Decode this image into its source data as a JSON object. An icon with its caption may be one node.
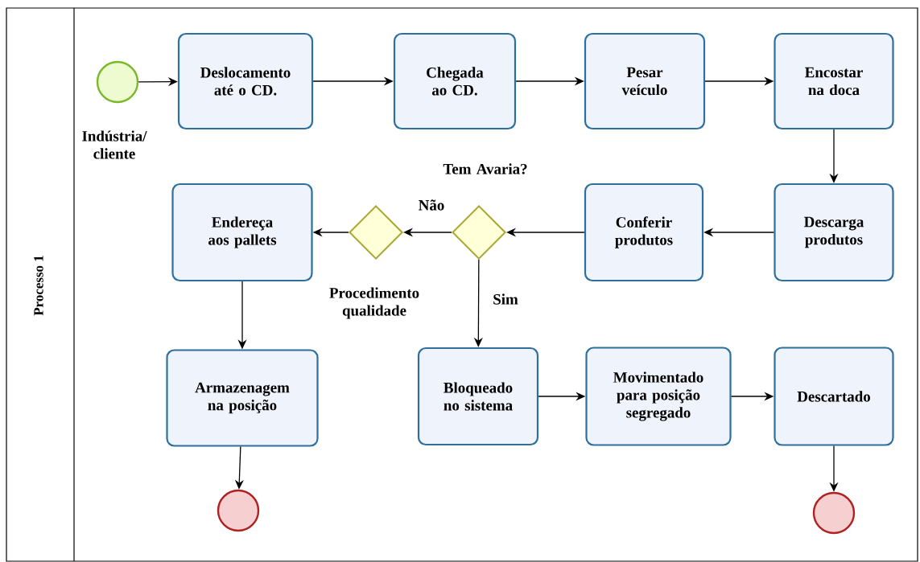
{
  "diagram": {
    "nodes": [
      {
        "text": [
          "Processo 1"
        ]
      },
      {
        "text": [],
        "shape": "circle",
        "beside": [
          "Indústria/ cliente"
        ],
        "in": 0
      },
      {
        "text": [
          "Deslocamento até o CD."
        ],
        "in": 0
      },
      {
        "text": [
          "Chegada ao CD."
        ],
        "in": 0
      },
      {
        "text": [
          "Pesar veículo"
        ],
        "in": 0
      },
      {
        "text": [
          "Encostar na doca"
        ],
        "in": 0
      },
      {
        "text": [
          "Descarga produtos"
        ],
        "in": 0
      },
      {
        "text": [
          "Conferir produtos"
        ],
        "in": 0
      },
      {
        "text": [
          "Tem Avaria?"
        ],
        "in": 0
      },
      {
        "text": [
          "Procedimento qualidade"
        ],
        "in": 0
      },
      {
        "text": [
          "Endereça aos pallets"
        ],
        "in": 0
      },
      {
        "text": [
          "Armazenagem na posição"
        ],
        "in": 0
      },
      {
        "text": [],
        "shape": "circle",
        "in": 0
      },
      {
        "text": [
          "Bloqueado no sistema"
        ],
        "in": 0
      },
      {
        "text": [
          "Movimentado para posição segregado"
        ],
        "in": 0
      },
      {
        "text": [
          "Descartado"
        ],
        "in": 0
      },
      {
        "text": [],
        "shape": "circle",
        "in": 0
      }
    ],
    "edges": [
      {
        "from": 1,
        "to": 2,
        "arrow": "to"
      },
      {
        "from": 2,
        "to": 3,
        "arrow": "to"
      },
      {
        "from": 3,
        "to": 4,
        "arrow": "to"
      },
      {
        "from": 4,
        "to": 5,
        "arrow": "to"
      },
      {
        "from": 5,
        "to": 6,
        "arrow": "to"
      },
      {
        "from": 6,
        "to": 7,
        "arrow": "to"
      },
      {
        "from": 7,
        "to": 8,
        "arrow": "to"
      },
      {
        "from": 8,
        "to": 9,
        "arrow": "to",
        "label": "Não"
      },
      {
        "from": 9,
        "to": 10,
        "arrow": "to"
      },
      {
        "from": 10,
        "to": 11,
        "arrow": "to"
      },
      {
        "from": 11,
        "to": 12,
        "arrow": "to"
      },
      {
        "from": 8,
        "to": 13,
        "arrow": "to",
        "label": "Sim"
      },
      {
        "from": 13,
        "to": 14,
        "arrow": "to"
      },
      {
        "from": 14,
        "to": 15,
        "arrow": "to"
      },
      {
        "from": 15,
        "to": 16,
        "arrow": "to"
      }
    ]
  }
}
